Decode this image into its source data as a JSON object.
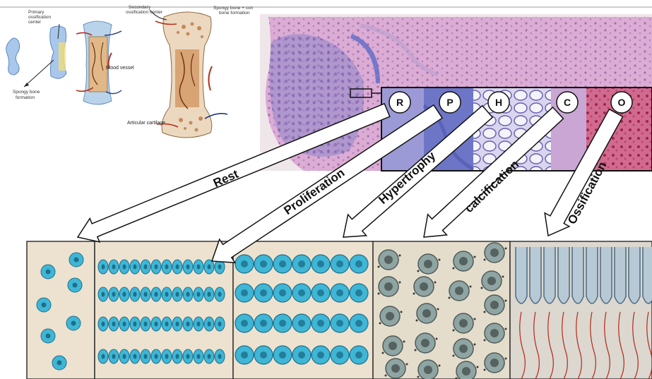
{
  "top_diagram": {
    "primary_center": "Primary\nossification\ncenter",
    "spongy_bone_formation": "Spongy bone\nformation",
    "secondary_center": "Secondary\nossification center",
    "blood_vessel": "Blood vessel",
    "spongy_bone_con": "Spongy bone + con\nbone formation",
    "articular_cartilage": "Articular cartilage"
  },
  "zone_letters": [
    "R",
    "P",
    "H",
    "C",
    "O"
  ],
  "zone_labels": [
    "Rest",
    "Proliferation",
    "Hypertrophy",
    "calcification",
    "Ossification"
  ],
  "colors": {
    "histo_pink": "#c98bc4",
    "histo_purple": "#7a4fa0",
    "histo_blue": "#5a6cc0",
    "cell_blue": "#3fb6d6",
    "cell_gray": "#8fa5a3",
    "bone_tan": "#e8c9a0",
    "marrow_red": "#b02a1a"
  }
}
